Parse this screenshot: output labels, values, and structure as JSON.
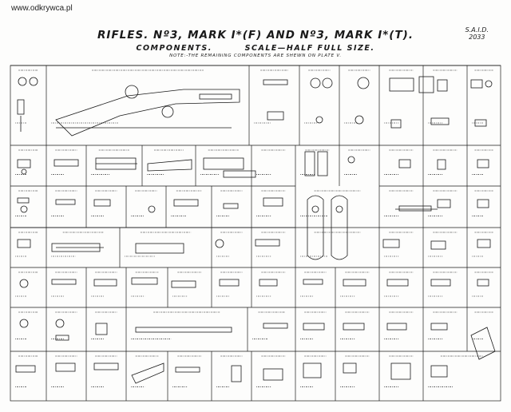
{
  "header": {
    "watermark": "www.odkrywca.pl",
    "title": "RIFLES. Nº3, MARK I*(F) AND Nº3, MARK I*(T).",
    "subtitle_left": "COMPONENTS.",
    "subtitle_right": "SCALE—HALF FULL SIZE.",
    "note": "NOTE:-THE REMAINING COMPONENTS ARE SHEWN ON PLATE V.",
    "ref_line1": "S.A.I.D.",
    "ref_line2": "2033"
  },
  "colors": {
    "ink": "#1a1a1a",
    "paper": "#fdfdfc"
  }
}
